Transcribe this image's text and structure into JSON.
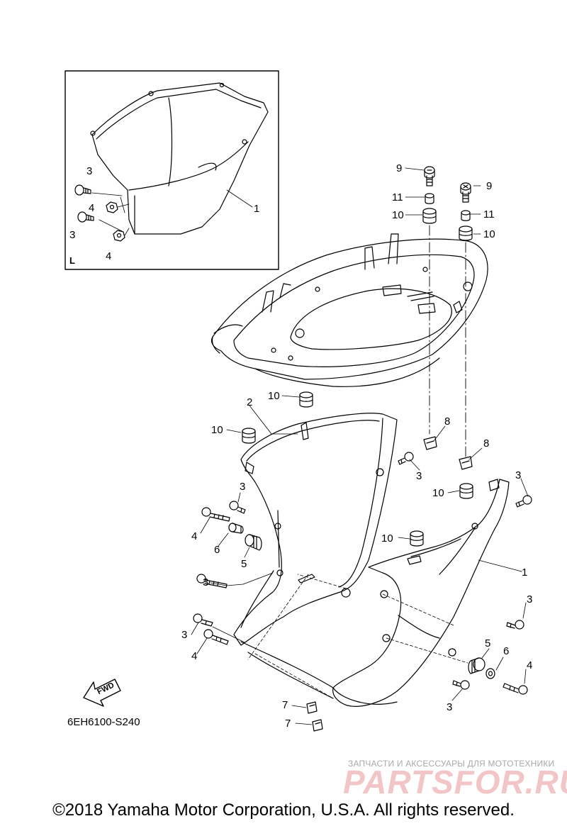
{
  "diagram": {
    "inset_tag": "L",
    "part_code": "6EH6100-S240",
    "fwd_label": "FWD",
    "callouts": [
      {
        "id": "i3a",
        "text": "3"
      },
      {
        "id": "i4a",
        "text": "4"
      },
      {
        "id": "i3b",
        "text": "3"
      },
      {
        "id": "i4b",
        "text": "4"
      },
      {
        "id": "i1",
        "text": "1"
      },
      {
        "id": "t9a",
        "text": "9"
      },
      {
        "id": "t11a",
        "text": "11"
      },
      {
        "id": "t10a",
        "text": "10"
      },
      {
        "id": "t9b",
        "text": "9"
      },
      {
        "id": "t11b",
        "text": "11"
      },
      {
        "id": "t10b",
        "text": "10"
      },
      {
        "id": "c10a",
        "text": "10"
      },
      {
        "id": "c2",
        "text": "2"
      },
      {
        "id": "c10b",
        "text": "10"
      },
      {
        "id": "c8a",
        "text": "8"
      },
      {
        "id": "c8b",
        "text": "8"
      },
      {
        "id": "c3a",
        "text": "3"
      },
      {
        "id": "c3b",
        "text": "3"
      },
      {
        "id": "c10c",
        "text": "10"
      },
      {
        "id": "c3c",
        "text": "3"
      },
      {
        "id": "c4a",
        "text": "4"
      },
      {
        "id": "c6a",
        "text": "6"
      },
      {
        "id": "c5a",
        "text": "5"
      },
      {
        "id": "c10d",
        "text": "10"
      },
      {
        "id": "c1",
        "text": "1"
      },
      {
        "id": "c3d",
        "text": "3"
      },
      {
        "id": "c3e",
        "text": "3"
      },
      {
        "id": "c3f",
        "text": "3"
      },
      {
        "id": "c4b",
        "text": "4"
      },
      {
        "id": "c5b",
        "text": "5"
      },
      {
        "id": "c6b",
        "text": "6"
      },
      {
        "id": "c4c",
        "text": "4"
      },
      {
        "id": "c3g",
        "text": "3"
      },
      {
        "id": "c7a",
        "text": "7"
      },
      {
        "id": "c7b",
        "text": "7"
      }
    ]
  },
  "watermark": {
    "tagline": "ЗАПЧАСТИ И АКСЕССУАРЫ ДЛЯ МОТОТЕХНИКИ",
    "brand": "PARTSFOR.RU",
    "color": "#f2c6c6"
  },
  "copyright": "©2018 Yamaha Motor Corporation, U.S.A. All rights reserved."
}
